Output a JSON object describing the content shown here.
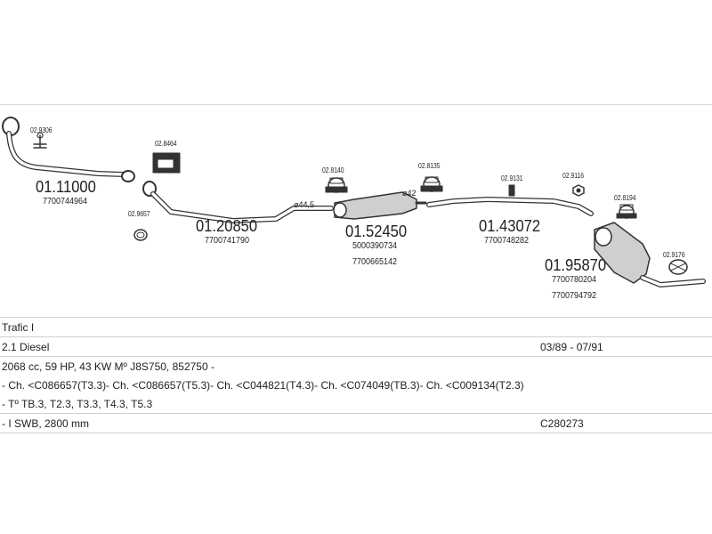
{
  "parts": [
    {
      "id": "p1",
      "number": "01.11000",
      "refs": [
        "7700744964"
      ]
    },
    {
      "id": "p2",
      "number": "01.20850",
      "refs": [
        "7700741790"
      ]
    },
    {
      "id": "p3",
      "number": "01.52450",
      "refs": [
        "5000390734",
        "7700665142"
      ]
    },
    {
      "id": "p4",
      "number": "01.43072",
      "refs": [
        "7700748282"
      ]
    },
    {
      "id": "p5",
      "number": "01.95870",
      "refs": [
        "7700780204",
        "7700794792"
      ]
    }
  ],
  "accessories": {
    "a1": "02.9306",
    "a2": "02.8464",
    "a3": "02.9657",
    "a4": "02.8140",
    "a5": "02.8135",
    "a6": "02.9131",
    "a7": "02.9116",
    "a8": "02.8194",
    "a9": "02.9176"
  },
  "diameters": {
    "d1": "ø44,5",
    "d2": "ø42"
  },
  "vehicle": {
    "model": "Trafic I",
    "engine": "2.1 Diesel",
    "years": "03/89 - 07/91",
    "spec": "2068 cc, 59 HP, 43 KW  Mº J8S750, 852750 -",
    "chassis": "- Ch. <C086657(T3.3)- Ch. <C086657(T5.3)- Ch. <C044821(T4.3)- Ch. <C074049(TB.3)- Ch. <C009134(T2.3)",
    "types": "- Tº TB.3, T2.3, T3.3, T4.3, T5.3",
    "wheelbase": "- I SWB, 2800 mm",
    "code": "C280273"
  }
}
